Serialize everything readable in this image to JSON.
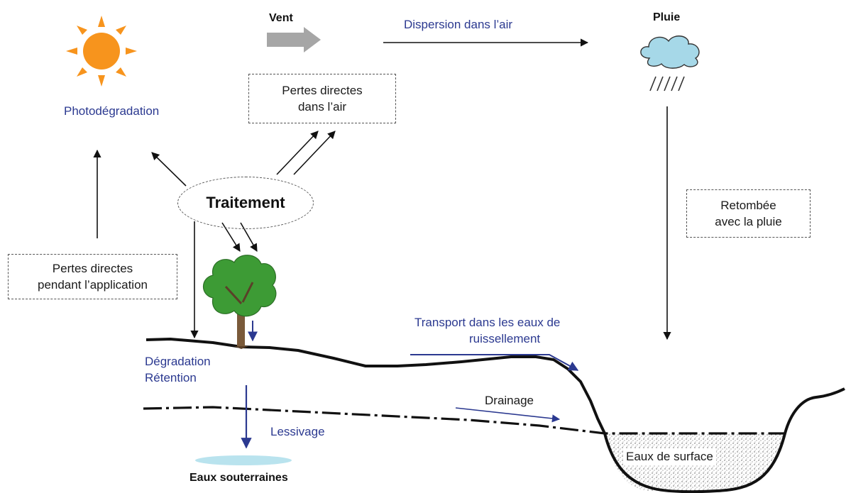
{
  "labels": {
    "vent": "Vent",
    "dispersion": "Dispersion dans l’air",
    "pluie": "Pluie",
    "photodegradation": "Photodégradation",
    "pertes_air_1": "Pertes directes",
    "pertes_air_2": "dans l’air",
    "traitement": "Traitement",
    "retombee_1": "Retombée",
    "retombee_2": "avec la pluie",
    "pertes_app_1": "Pertes directes",
    "pertes_app_2": "pendant l’application",
    "transport_1": "Transport dans les eaux de",
    "transport_2": "ruissellement",
    "degradation": "Dégradation",
    "retention": "Rétention",
    "drainage": "Drainage",
    "lessivage": "Lessivage",
    "eaux_surface": "Eaux de surface",
    "eaux_souterraines": "Eaux souterraines"
  },
  "icons": [
    "sun-icon",
    "wind-arrow-icon",
    "cloud-icon",
    "rain-icon",
    "tree-icon",
    "groundwater-pool-icon"
  ],
  "colors": {
    "label_blue": "#2b3990",
    "arrow_blue": "#2b3990",
    "sun": "#f7941d",
    "cloud": "#a6d8e8",
    "tree": "#3d9b35",
    "groundwater": "#b9e3ee",
    "wind_arrow": "#a6a6a6"
  }
}
